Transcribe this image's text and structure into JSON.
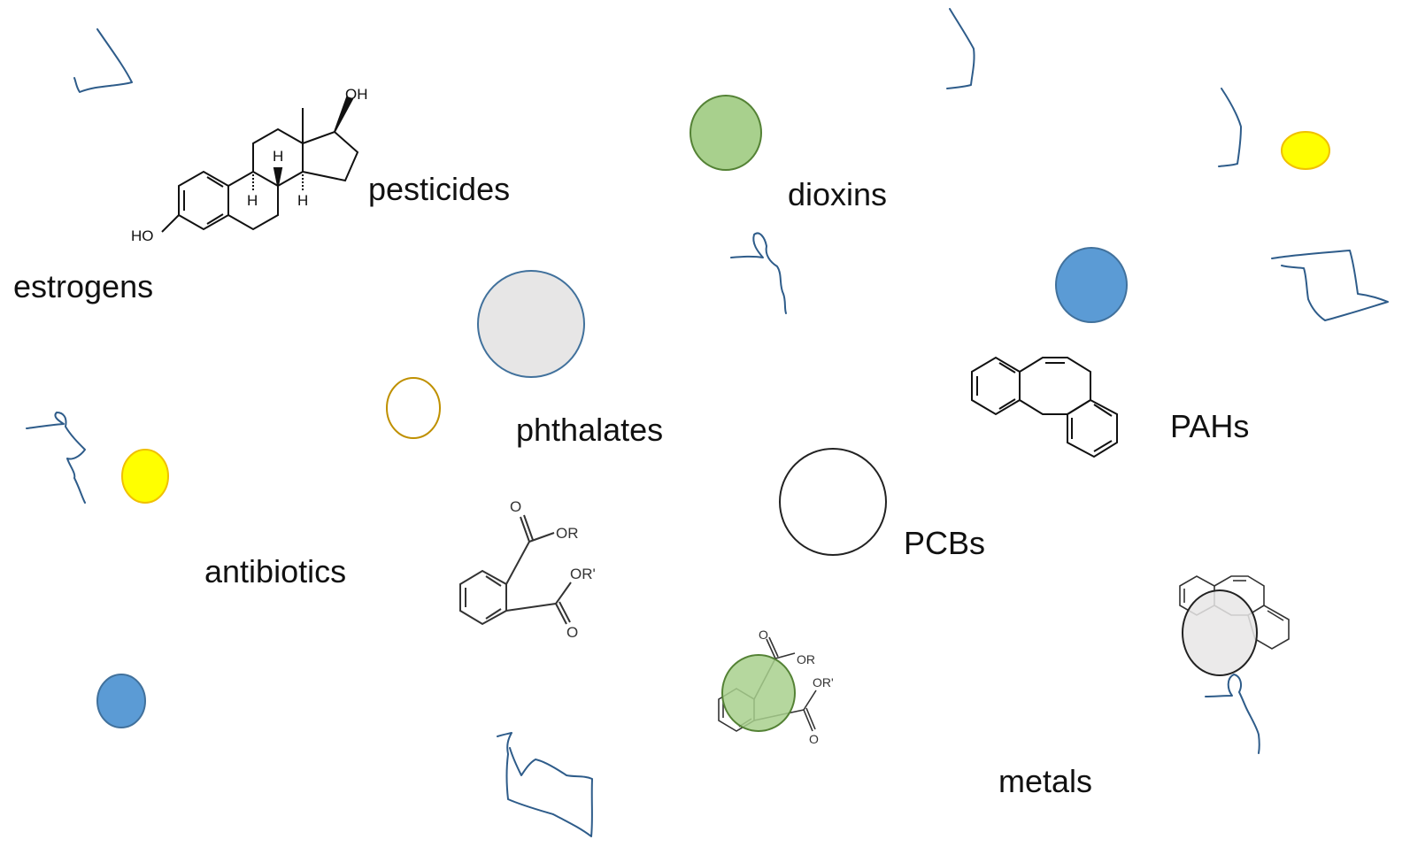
{
  "labels": {
    "estrogens": "estrogens",
    "pesticides": "pesticides",
    "dioxins": "dioxins",
    "phthalates": "phthalates",
    "pahs": "PAHs",
    "antibiotics": "antibiotics",
    "pcbs": "PCBs",
    "metals": "metals"
  },
  "molecule_atoms": {
    "oh": "OH",
    "ho": "HO",
    "h": "H",
    "o": "O",
    "or": "OR",
    "or_prime": "OR'"
  },
  "colors": {
    "green": "#a8d08d",
    "green_stroke": "#548235",
    "blue": "#5b9bd5",
    "blue_stroke": "#2f5f8f",
    "yellow": "#ffff00",
    "yellow_stroke": "#f0c000",
    "grey": "#e7e6e6",
    "grey_stroke": "#41719c",
    "orange_stroke": "#bf9000",
    "squiggle": "#2e5c8a"
  }
}
